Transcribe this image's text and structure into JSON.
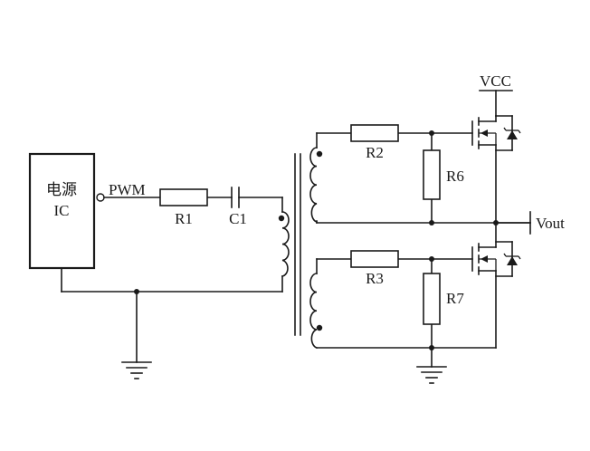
{
  "ic": {
    "line1": "电源",
    "line2": "IC"
  },
  "labels": {
    "pwm": "PWM",
    "r1": "R1",
    "c1": "C1",
    "r2": "R2",
    "r3": "R3",
    "r6": "R6",
    "r7": "R7",
    "vcc": "VCC",
    "vout": "Vout"
  }
}
